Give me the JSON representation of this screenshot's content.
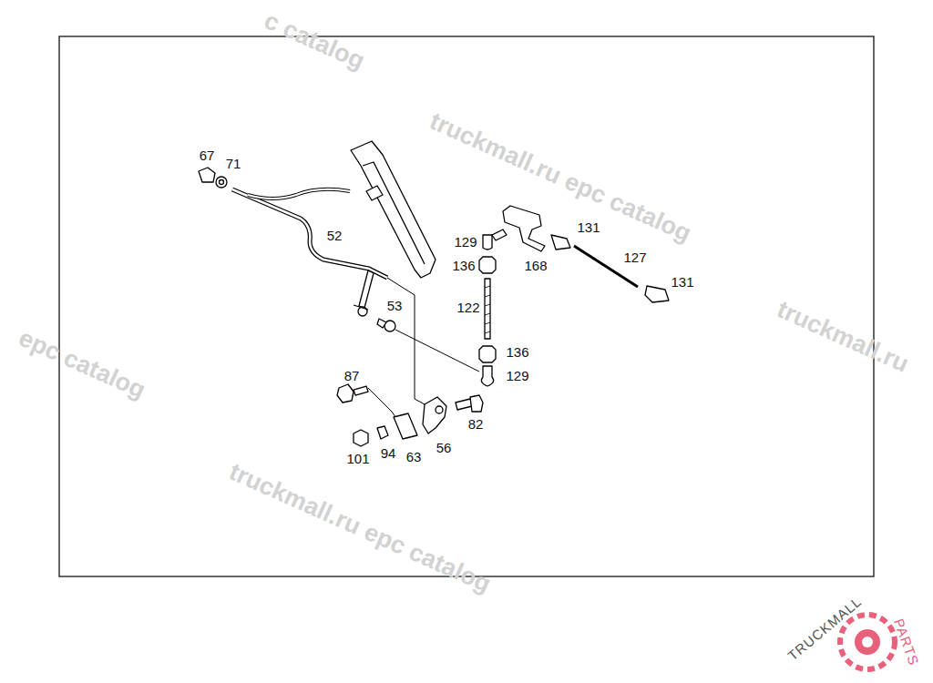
{
  "diagram": {
    "labels": [
      "67",
      "71",
      "52",
      "129",
      "168",
      "136",
      "131",
      "127",
      "131",
      "53",
      "122",
      "136",
      "129",
      "87",
      "82",
      "101",
      "94",
      "63",
      "56",
      "c catalog",
      "truckmall.ru epc catalog",
      "truckmall.ru",
      "epc catalog",
      "truckmall.ru epc catalog",
      "TRUCKMALL",
      "PARTS"
    ]
  }
}
